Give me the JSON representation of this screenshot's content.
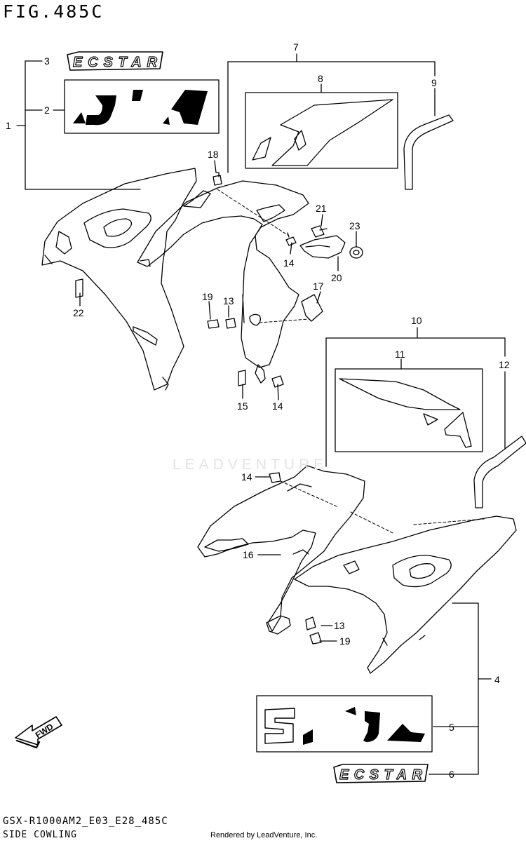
{
  "header": {
    "figure_title": "FIG.485C"
  },
  "watermark": {
    "text": "LEADVENTURE"
  },
  "footer": {
    "model_code": "GSX-R1000AM2_E03_E28_485C",
    "section_name": "SIDE COWLING",
    "credit": "Rendered by LeadVenture, Inc."
  },
  "badges": {
    "fwd": "FWD",
    "ecstar": "ECSTAR"
  },
  "callouts": {
    "c1": "1",
    "c2": "2",
    "c3": "3",
    "c4": "4",
    "c5": "5",
    "c6": "6",
    "c7": "7",
    "c8": "8",
    "c9": "9",
    "c10": "10",
    "c11": "11",
    "c12": "12",
    "c13a": "13",
    "c13b": "13",
    "c14a": "14",
    "c14b": "14",
    "c14c": "14",
    "c15": "15",
    "c16": "16",
    "c17": "17",
    "c18": "18",
    "c19a": "19",
    "c19b": "19",
    "c20": "20",
    "c21": "21",
    "c22": "22",
    "c23": "23"
  }
}
